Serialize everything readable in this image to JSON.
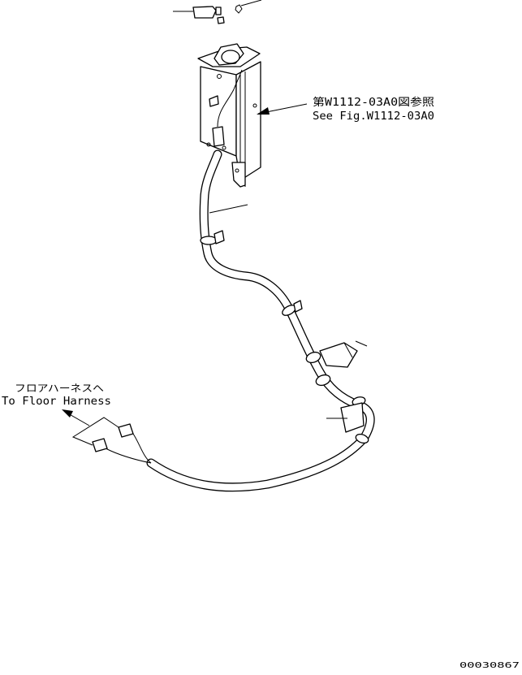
{
  "callouts": {
    "ref_jp": "第W1112-03A0図参照",
    "ref_en": "See Fig.W1112-03A0",
    "floor_jp": "フロアハーネスへ",
    "floor_en": "To Floor Harness"
  },
  "drawing_code": "00030867"
}
